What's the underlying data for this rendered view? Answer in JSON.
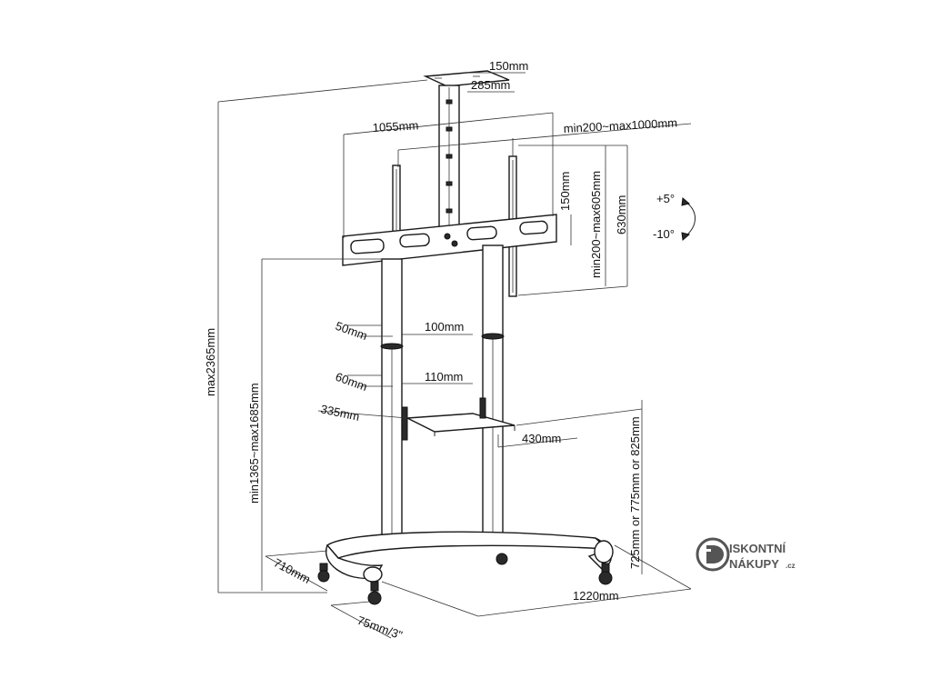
{
  "labels": {
    "top_plate_width": "150mm",
    "top_plate_depth": "285mm",
    "bracket_width": "1055mm",
    "vesa_horizontal": "min200~max1000mm",
    "vesa_vertical": "min200~max605mm",
    "arm_spacing": "150mm",
    "bracket_height": "630mm",
    "tilt_up": "+5°",
    "tilt_down": "-10°",
    "max_height": "max2365mm",
    "mount_height": "min1365~max1685mm",
    "pole_offset_a": "50mm",
    "pole_width_a": "100mm",
    "pole_offset_b": "60mm",
    "pole_width_b": "110mm",
    "shelf_depth": "335mm",
    "shelf_width": "430mm",
    "shelf_height": "725mm or 775mm or 825mm",
    "base_depth": "710mm",
    "base_width": "1220mm",
    "caster_size": "75mm/3\""
  },
  "logo": {
    "line1": "ISKONTNÍ",
    "line2": "NÁKUPY",
    "suffix": ".cz",
    "icon": "d-letter-logo-icon"
  },
  "colors": {
    "line": "#222222",
    "logo": "#555555",
    "background": "#ffffff"
  }
}
